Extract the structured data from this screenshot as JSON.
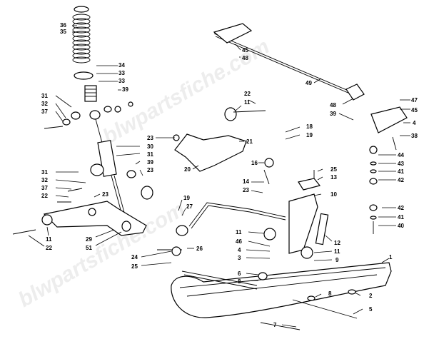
{
  "watermark": "blwpartsfiche.com",
  "callouts": {
    "c1": "36",
    "c2": "35",
    "c3": "34",
    "c4": "33",
    "c5": "33",
    "c6": "39",
    "c7": "31",
    "c8": "32",
    "c9": "37",
    "c10": "45",
    "c11": "48",
    "c12": "47",
    "c13": "45",
    "c14": "49",
    "c15": "22",
    "c16": "11",
    "c17": "18",
    "c18": "19",
    "c19": "48",
    "c20": "39",
    "c21": "4",
    "c22": "38",
    "c23": "23",
    "c24": "30",
    "c25": "21",
    "c26": "31",
    "c27": "39",
    "c28": "23",
    "c29": "20",
    "c30": "16",
    "c31": "14",
    "c32": "23",
    "c33": "44",
    "c34": "43",
    "c35": "41",
    "c36": "42",
    "c37": "25",
    "c38": "13",
    "c39": "31",
    "c40": "32",
    "c41": "37",
    "c42": "22",
    "c43": "23",
    "c44": "10",
    "c45": "19",
    "c46": "27",
    "c47": "42",
    "c48": "41",
    "c49": "40",
    "c50": "11",
    "c51": "22",
    "c52": "29",
    "c53": "51",
    "c54": "12",
    "c55": "11",
    "c56": "46",
    "c57": "4",
    "c58": "3",
    "c59": "11",
    "c60": "9",
    "c61": "24",
    "c62": "26",
    "c63": "25",
    "c64": "6",
    "c65": "8",
    "c66": "1",
    "c67": "8",
    "c68": "2",
    "c69": "5",
    "c70": "7"
  }
}
